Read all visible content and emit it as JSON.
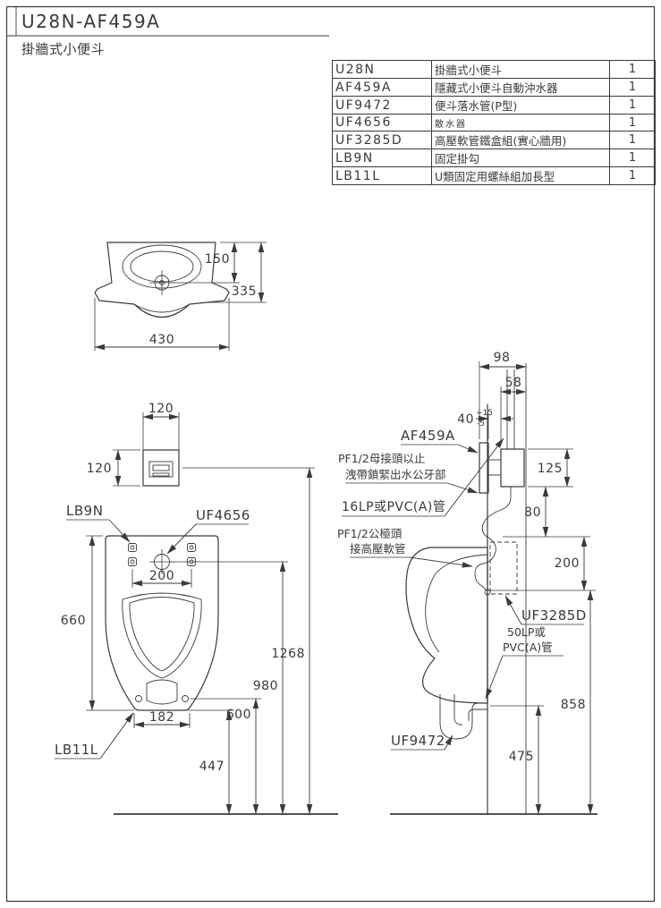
{
  "title": {
    "code": "U28N-AF459A",
    "name": "掛牆式小便斗"
  },
  "parts_table": {
    "rows": [
      {
        "part": "U28N",
        "desc": "掛牆式小便斗",
        "qty": "1"
      },
      {
        "part": "AF459A",
        "desc": "隱藏式小便斗自動沖水器",
        "qty": "1"
      },
      {
        "part": "UF9472",
        "desc": "便斗落水管(P型)",
        "qty": "1"
      },
      {
        "part": "UF4656",
        "desc": "散水器",
        "qty": "1"
      },
      {
        "part": "UF3285D",
        "desc": "高壓軟管鐵盒組(實心牆用)",
        "qty": "1"
      },
      {
        "part": "LB9N",
        "desc": "固定掛勾",
        "qty": "1"
      },
      {
        "part": "LB11L",
        "desc": "U類固定用螺絲組加長型",
        "qty": "1"
      }
    ]
  },
  "drawing": {
    "top_view": {
      "dim_top_to_spreader": "150",
      "dim_depth": "335",
      "dim_width": "430"
    },
    "front_view": {
      "dim_valve_width": "120",
      "dim_valve_height": "120",
      "label_lb9n": "LB9N",
      "label_uf4656": "UF4656",
      "dim_hole_spacing": "200",
      "dim_body_height": "660",
      "dim_bottom_width": "182",
      "label_lb11l": "LB11L",
      "dim_rim_height": "447",
      "dim_drain_height": "600",
      "dim_spreader_height": "980",
      "dim_valve_center_height": "1268"
    },
    "side_view": {
      "dim_98": "98",
      "dim_58": "58",
      "dim_40": "40",
      "tol_plus": "+15",
      "tol_minus": "-5",
      "label_af459a": "AF459A",
      "dim_125": "125",
      "note_inlet_line1": "PF1/2母接頭以止",
      "note_inlet_line2": "洩帶鎖緊出水公牙部",
      "note_supply_pipe": "16LP或PVC(A)管",
      "dim_80": "80",
      "note_hose_line1": "PF1/2公極頭",
      "note_hose_line2": "接高壓軟管",
      "dim_200": "200",
      "label_uf3285d": "UF3285D",
      "note_drain_line1": "50LP或",
      "note_drain_line2": "PVC(A)管",
      "dim_858": "858",
      "label_uf9472": "UF9472",
      "dim_475": "475"
    }
  },
  "colors": {
    "ink": "#3a3a3a",
    "paper": "#ffffff"
  }
}
